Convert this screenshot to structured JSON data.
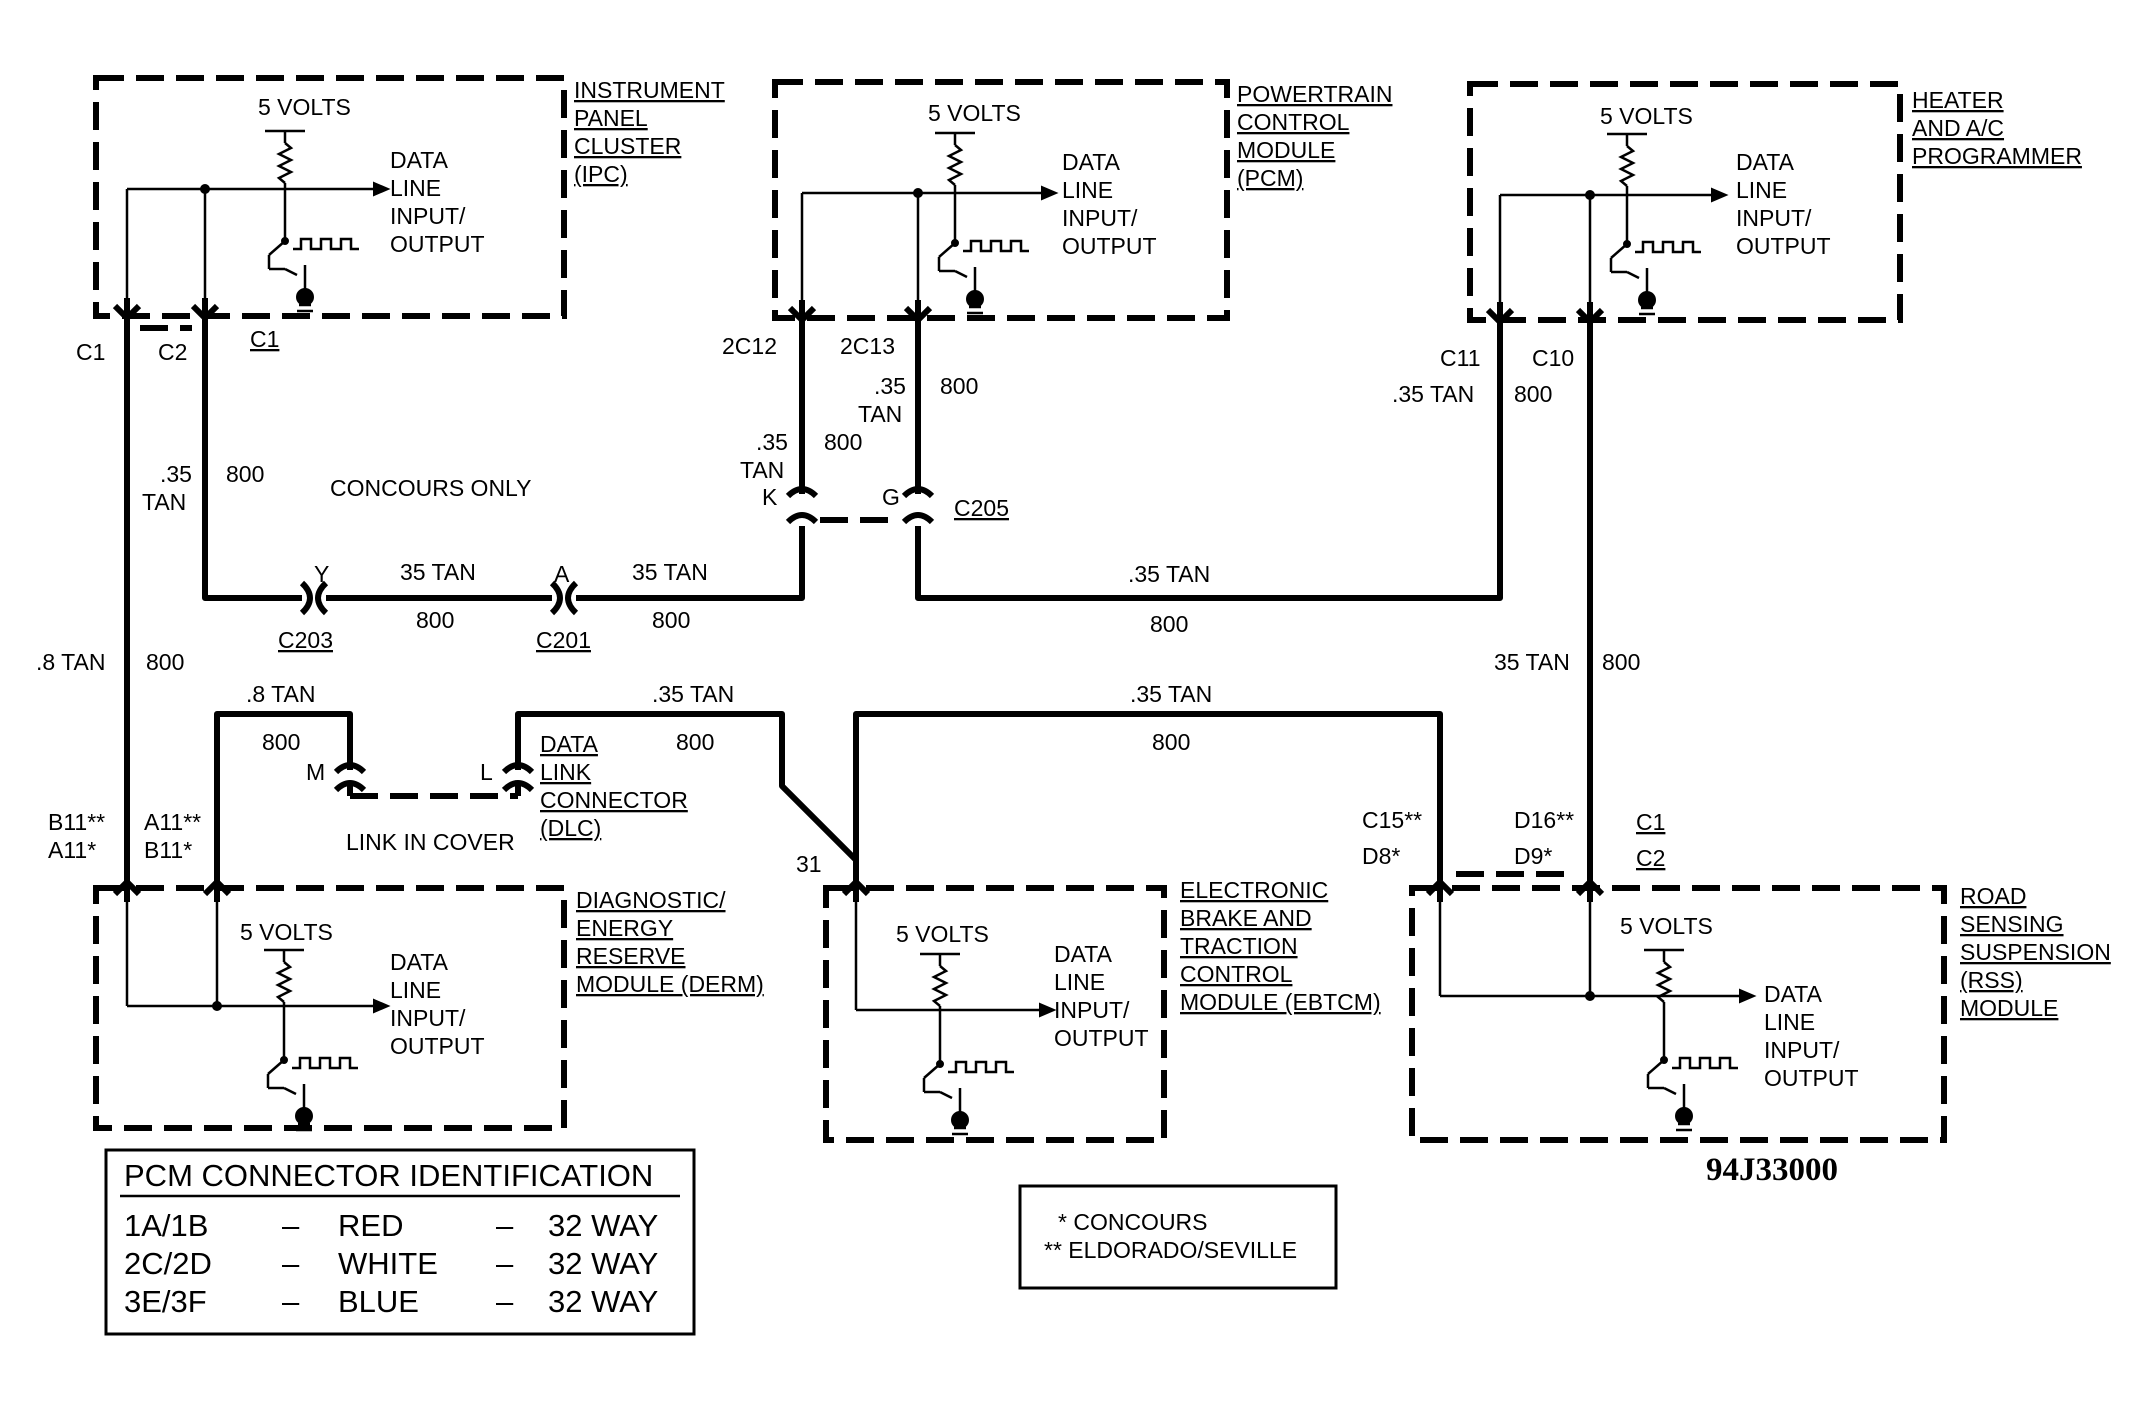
{
  "modules": {
    "ipc": {
      "title": [
        "INSTRUMENT",
        "PANEL",
        "CLUSTER",
        "(IPC)"
      ],
      "volts": "5 VOLTS",
      "circuit": [
        "DATA",
        "LINE",
        "INPUT/",
        "OUTPUT"
      ],
      "connector": "C1"
    },
    "pcm": {
      "title": [
        "POWERTRAIN",
        "CONTROL",
        "MODULE",
        "(PCM)"
      ],
      "volts": "5 VOLTS",
      "circuit": [
        "DATA",
        "LINE",
        "INPUT/",
        "OUTPUT"
      ]
    },
    "hvac": {
      "title": [
        "HEATER",
        "AND A/C",
        "PROGRAMMER"
      ],
      "volts": "5 VOLTS",
      "circuit": [
        "DATA",
        "LINE",
        "INPUT/",
        "OUTPUT"
      ]
    },
    "derm": {
      "title": [
        "DIAGNOSTIC/",
        "ENERGY",
        "RESERVE",
        "MODULE (DERM)"
      ],
      "volts": "5 VOLTS",
      "circuit": [
        "DATA",
        "LINE",
        "INPUT/",
        "OUTPUT"
      ]
    },
    "ebtcm": {
      "title": [
        "ELECTRONIC",
        "BRAKE AND",
        "TRACTION",
        "CONTROL",
        "MODULE (EBTCM)"
      ],
      "volts": "5 VOLTS",
      "circuit": [
        "DATA",
        "LINE",
        "INPUT/",
        "OUTPUT"
      ]
    },
    "rss": {
      "title": [
        "ROAD",
        "SENSING",
        "SUSPENSION",
        "(RSS)",
        "MODULE"
      ],
      "volts": "5 VOLTS",
      "circuit": [
        "DATA",
        "LINE",
        "INPUT/",
        "OUTPUT"
      ]
    },
    "dlc": {
      "title": [
        "DATA",
        "LINK",
        "CONNECTOR",
        "(DLC)"
      ]
    }
  },
  "pins": {
    "ipc_c1": "C1",
    "ipc_c2": "C2",
    "pcm_2c12": "2C12",
    "pcm_2c13": "2C13",
    "hvac_c11": "C11",
    "hvac_c10": "C10",
    "c205_k": "K",
    "c205_g": "G",
    "c203_y": "Y",
    "c201_a": "A",
    "dlc_m": "M",
    "dlc_l": "L",
    "derm_b11ee": "B11**",
    "derm_a11e": "A11*",
    "derm_a11ee": "A11**",
    "derm_b11e": "B11*",
    "ebtcm_31": "31",
    "rss_c15ee": "C15**",
    "rss_d8e": "D8*",
    "rss_d16ee": "D16**",
    "rss_d9e": "D9*",
    "rss_c1": "C1",
    "rss_c2": "C2"
  },
  "connectors": {
    "c205": "C205",
    "c203": "C203",
    "c201": "C201"
  },
  "wires": {
    "w35": ".35",
    "tan": "TAN",
    "w800": "800",
    "tan35": ".35 TAN",
    "tan35b": "35 TAN",
    "tan8": ".8 TAN"
  },
  "notes": {
    "concours_only": "CONCOURS ONLY",
    "link_in_cover": "LINK IN COVER",
    "figure_id": "94J33000"
  },
  "pcm_id_table": {
    "title": "PCM CONNECTOR IDENTIFICATION",
    "rows": [
      {
        "code": "1A/1B",
        "dash1": "–",
        "color": "RED",
        "dash2": "–",
        "ways": "32 WAY"
      },
      {
        "code": "2C/2D",
        "dash1": "–",
        "color": "WHITE",
        "dash2": "–",
        "ways": "32 WAY"
      },
      {
        "code": "3E/3F",
        "dash1": "–",
        "color": "BLUE",
        "dash2": "–",
        "ways": "32 WAY"
      }
    ]
  },
  "legend": {
    "concours": "* CONCOURS",
    "eldorado": "** ELDORADO/SEVILLE"
  }
}
